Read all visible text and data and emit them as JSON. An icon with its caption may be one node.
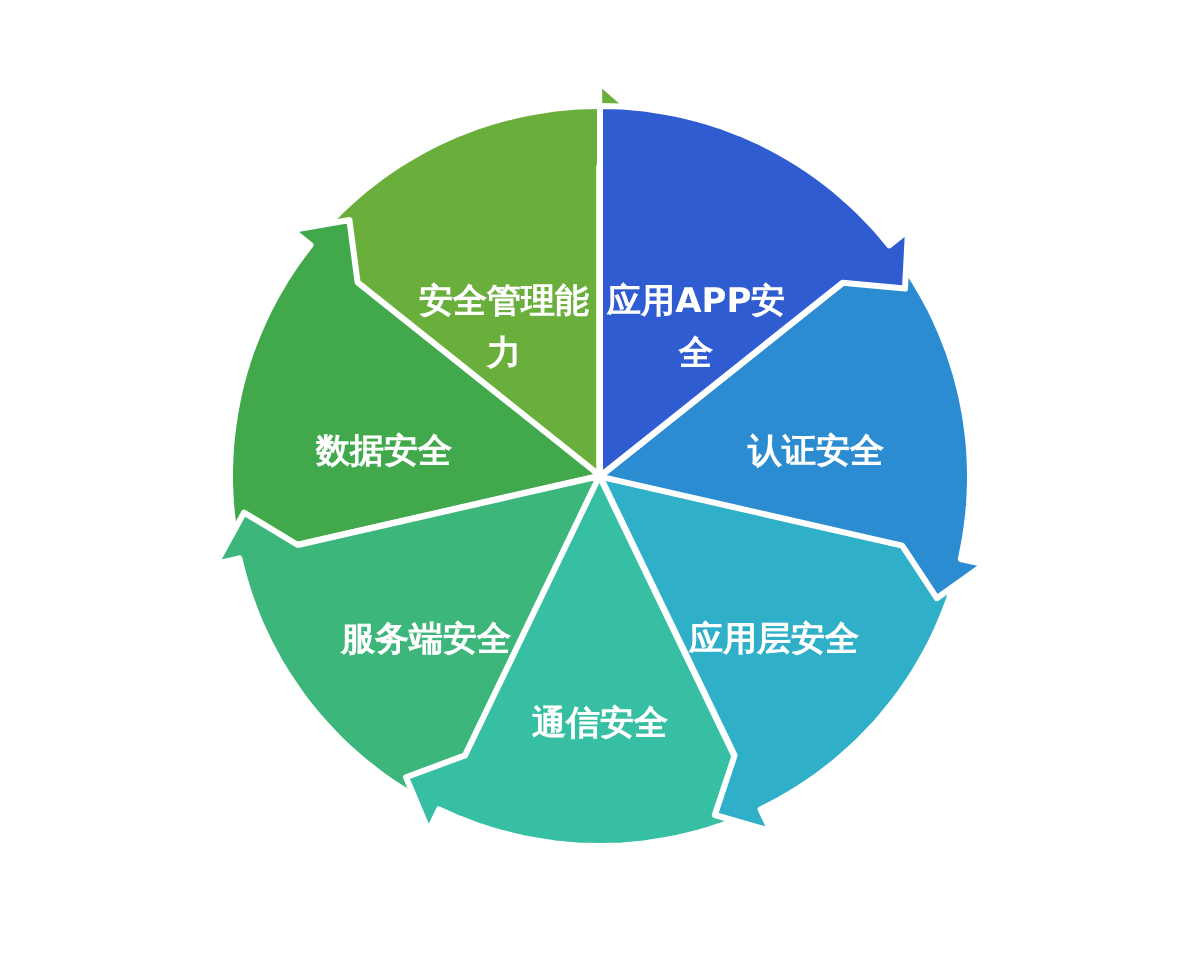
{
  "diagram": {
    "nodes": [
      {
        "text": [
          "应用APP安全"
        ]
      },
      {
        "text": [
          "认证安全"
        ]
      },
      {
        "text": [
          "应用层安全"
        ]
      },
      {
        "text": [
          "通信安全"
        ]
      },
      {
        "text": [
          "服务端安全"
        ]
      },
      {
        "text": [
          "数据安全"
        ]
      },
      {
        "text": [
          "安全管理能力"
        ]
      }
    ]
  }
}
